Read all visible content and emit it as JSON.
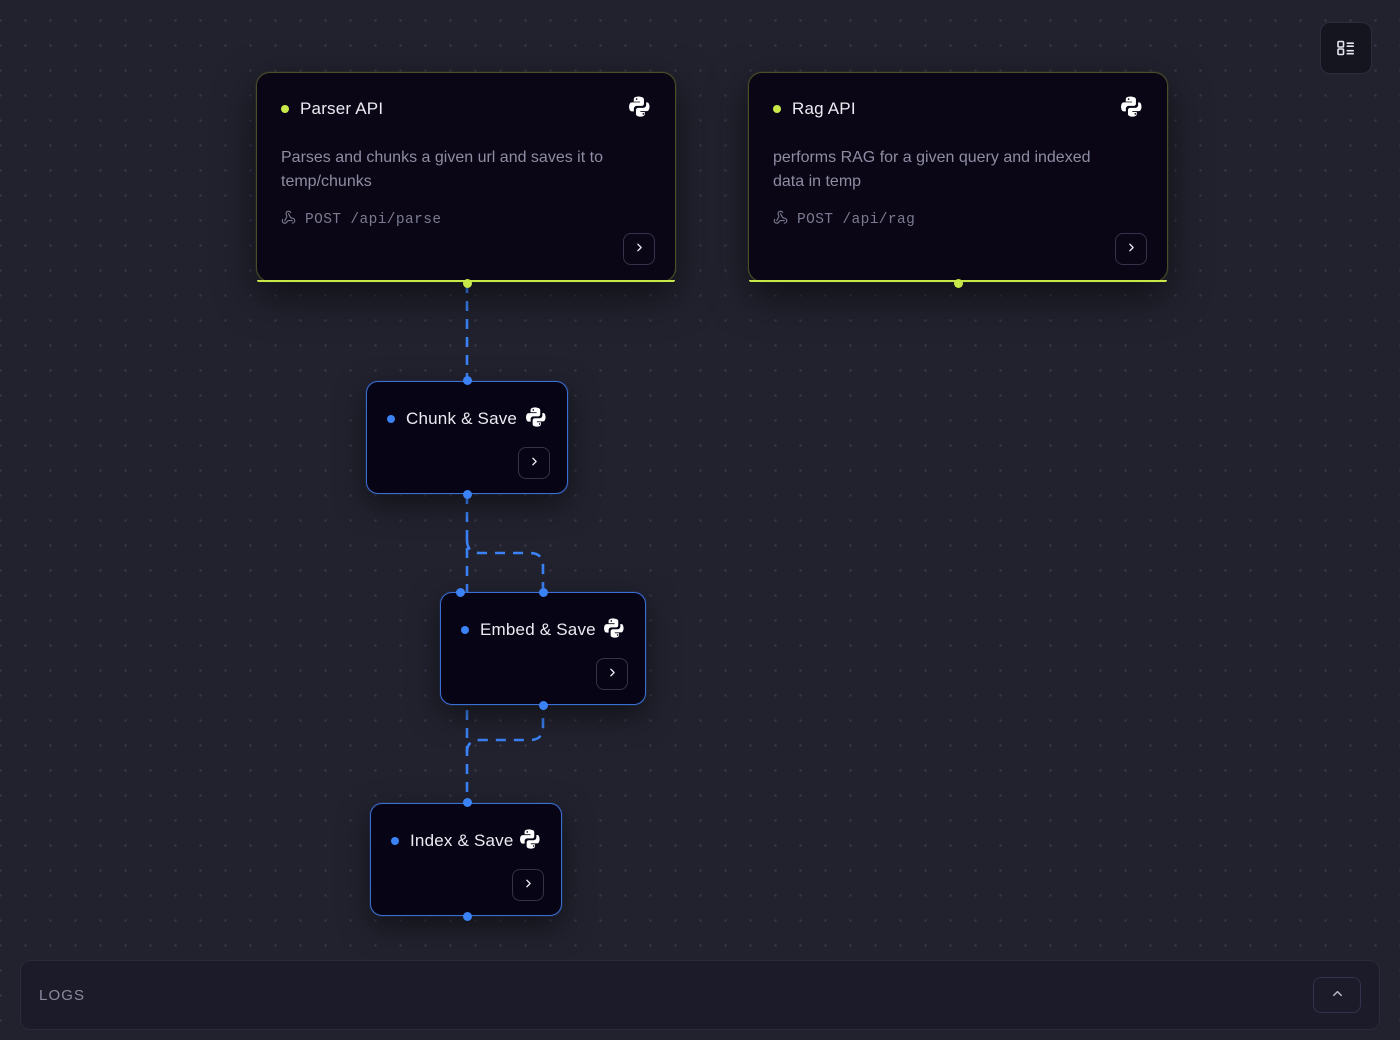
{
  "toolbar": {
    "layout_button_icon": "list-layout-icon"
  },
  "canvas": {
    "api_cards": [
      {
        "title": "Parser API",
        "description": "Parses and chunks a given url and saves it to temp/chunks",
        "method": "POST",
        "path": "/api/parse",
        "runtime_icon": "python-icon",
        "status_color": "#c8e84a",
        "expand_label": "›"
      },
      {
        "title": "Rag API",
        "description": "performs RAG for a given query and indexed data in temp",
        "method": "POST",
        "path": "/api/rag",
        "runtime_icon": "python-icon",
        "status_color": "#c8e84a",
        "expand_label": "›"
      }
    ],
    "nodes": [
      {
        "title": "Chunk & Save",
        "runtime_icon": "python-icon",
        "status_color": "#3b82f6",
        "expand_label": "›"
      },
      {
        "title": "Embed & Save",
        "runtime_icon": "python-icon",
        "status_color": "#3b82f6",
        "expand_label": "›"
      },
      {
        "title": "Index & Save",
        "runtime_icon": "python-icon",
        "status_color": "#3b82f6",
        "expand_label": "›"
      }
    ],
    "edge_color": "#3b82f6",
    "source_port_color": "#c8e84a"
  },
  "logs": {
    "label": "LOGS",
    "toggle_icon": "chevron-up-icon"
  }
}
